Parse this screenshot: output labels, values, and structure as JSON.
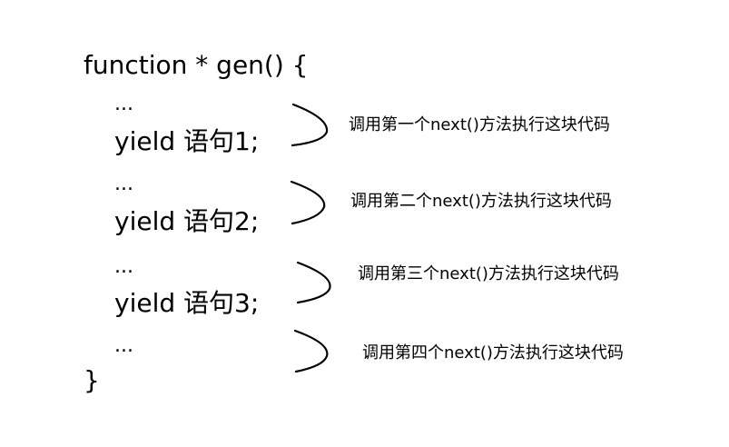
{
  "code": {
    "open": "function * gen() {",
    "ellipsis": "...",
    "yields": [
      "yield 语句1;",
      "yield 语句2;",
      "yield 语句3;"
    ],
    "close": "}"
  },
  "annotations": [
    "调用第一个next()方法执行这块代码",
    "调用第二个next()方法执行这块代码",
    "调用第三个next()方法执行这块代码",
    "调用第四个next()方法执行这块代码"
  ]
}
